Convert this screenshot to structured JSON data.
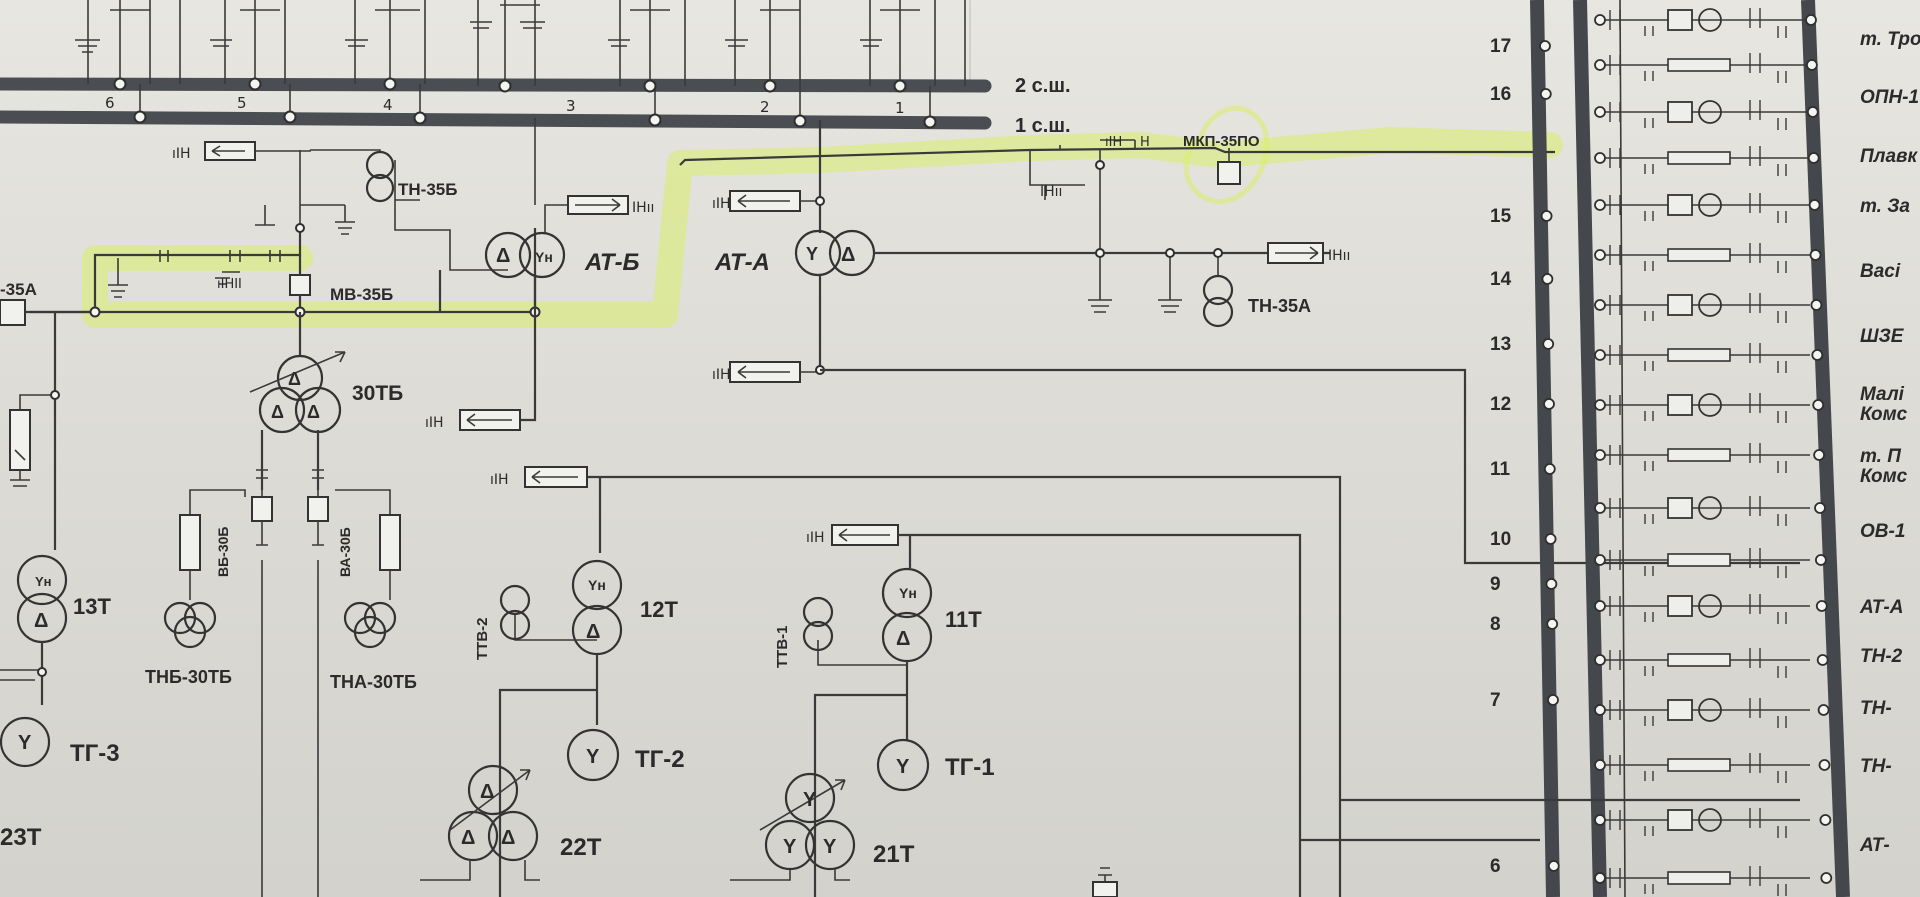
{
  "buses": {
    "bus2": "2 с.ш.",
    "bus1": "1 с.ш.",
    "sections": [
      "6",
      "5",
      "4",
      "3",
      "2",
      "1"
    ]
  },
  "labels": {
    "tn35b": "ТН-35Б",
    "mkp35po": "МКП-35ПО",
    "atb": "АТ-Б",
    "ata": "АТ-А",
    "tn35a": "ТН-35А",
    "mv35b": "МВ-35Б",
    "left35a": "-35А",
    "t30tb": "30ТБ",
    "vb30b": "ВБ-30Б",
    "va30b": "ВА-30Б",
    "thb30tb": "ТНБ-30ТБ",
    "tha30tb": "ТНА-30ТБ",
    "t13": "13Т",
    "tg3": "ТГ-3",
    "t23": "23Т",
    "t12": "12Т",
    "tg2": "ТГ-2",
    "t22": "22Т",
    "ttv2": "ТТВ-2",
    "t11": "11Т",
    "tg1": "ТГ-1",
    "t21": "21Т",
    "ttv1": "ТТВ-1"
  },
  "symbols": {
    "y": "Y",
    "yh": "Yн",
    "delta": "Δ"
  },
  "right_numbers": [
    "17",
    "16",
    "15",
    "14",
    "13",
    "12",
    "11",
    "10",
    "9",
    "8",
    "7",
    "6"
  ],
  "feeders": [
    "т. Тро",
    "ОПН-1",
    "Плавк",
    "т. За",
    "Васі",
    "ШЗЕ",
    "Малі",
    "Комс",
    "т. П",
    "Комс",
    "ОВ-1",
    "АТ-А",
    "ТН-2",
    "ТН-",
    "ТН-",
    "АТ-"
  ],
  "colors": {
    "highlight": "#d8ef6a",
    "bus": "#4a4d52"
  }
}
